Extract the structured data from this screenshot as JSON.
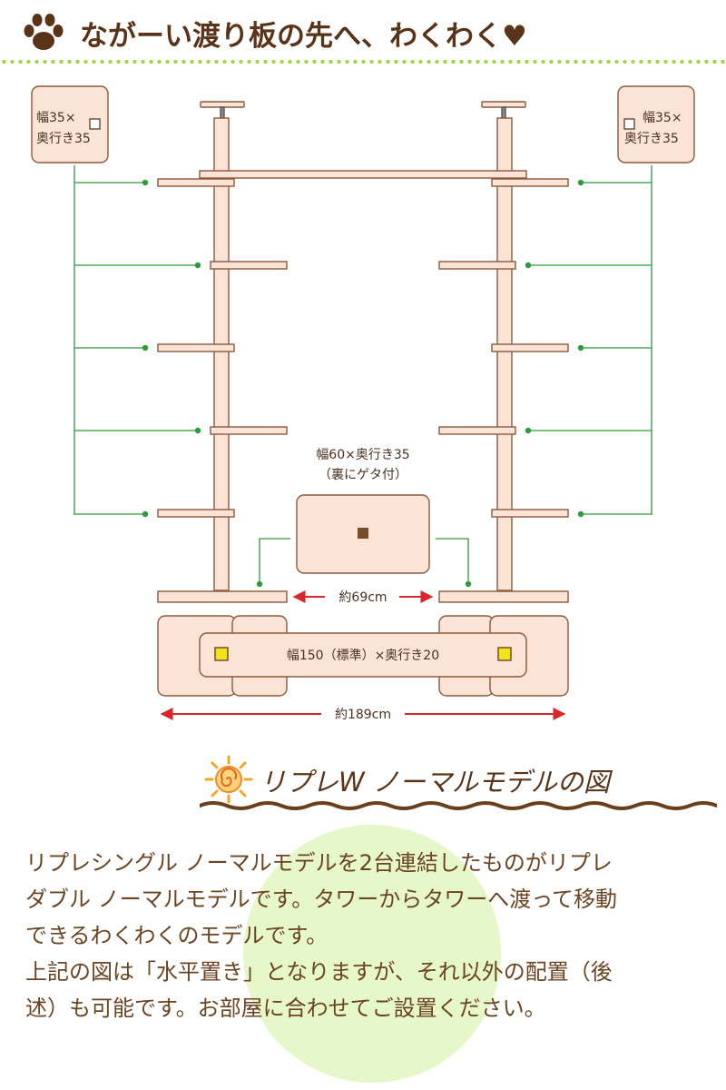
{
  "header": {
    "title": "ながーい渡り板の先へ、わくわく♥"
  },
  "diagram": {
    "top_shelf_label_left": [
      "幅35×",
      "奥行き35"
    ],
    "top_shelf_label_right": [
      "幅35×",
      "奥行き35"
    ],
    "center_box_label": [
      "幅60×奥行き35",
      "（裏にゲタ付）"
    ],
    "gap_label": "約69cm",
    "base_label": "幅150（標準）×奥行き20",
    "width_label": "約189cm"
  },
  "section": {
    "title": "リプレW ノーマルモデルの図"
  },
  "description": {
    "lines": [
      "リプレシングル ノーマルモデルを2台連結したものがリプレ",
      "ダブル ノーマルモデルです。タワーからタワーへ渡って移動",
      "できるわくわくのモデルです。",
      "上記の図は「水平置き」となりますが、それ以外の配置（後",
      "述）も可能です。お部屋に合わせてご設置ください。"
    ]
  },
  "colors": {
    "wood_fill": "#fbe3d6",
    "wood_stroke": "#8a5a3c",
    "leader_line": "#2e9a3c",
    "arrow": "#d8262b",
    "header_text": "#5a3418",
    "body_text": "#6b4422",
    "accent_green": "#a8d34b",
    "circle_bg": "#e6f7c9"
  },
  "icons": {
    "header_icon": "paw-icon",
    "section_icon": "sun-icon"
  }
}
